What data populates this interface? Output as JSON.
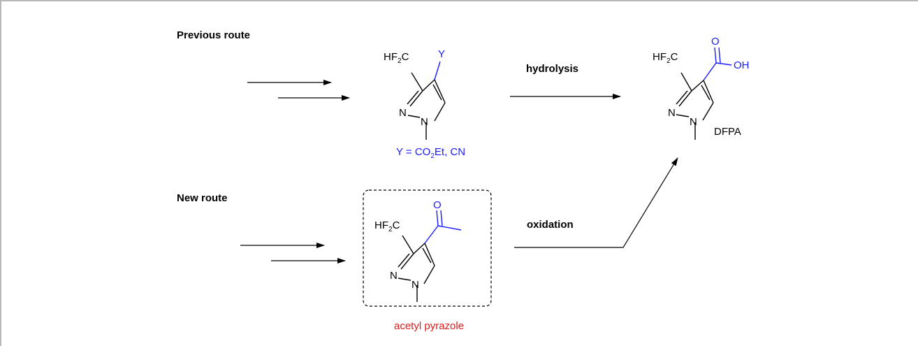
{
  "labels": {
    "previous_route": "Previous route",
    "new_route": "New route",
    "hydrolysis": "hydrolysis",
    "oxidation": "oxidation",
    "y_definition_prefix": "Y = CO",
    "y_definition_sub": "2",
    "y_definition_suffix": "Et, CN",
    "acetyl_pyrazole": "acetyl pyrazole",
    "dfpa": "DFPA"
  },
  "atoms": {
    "hf_prefix": "HF",
    "hf_sub": "2",
    "hf_suffix": "C",
    "n1": "N",
    "n2": "N",
    "y": "Y",
    "o": "O",
    "oh": "OH"
  },
  "colors": {
    "highlight_blue": "#1a1aff",
    "label_red": "#e11b1b",
    "border_gray": "#b8b8b8"
  }
}
